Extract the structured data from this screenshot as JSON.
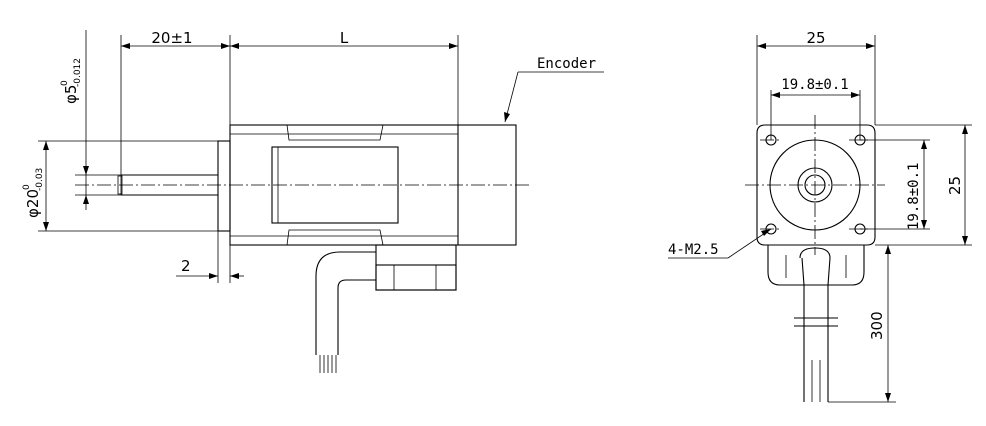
{
  "side_view": {
    "shaft_length": "20±1",
    "body_length": "L",
    "encoder_label": "Encoder",
    "shaft_diameter_main": "φ5",
    "shaft_diameter_upper_tol": "0",
    "shaft_diameter_lower_tol": "-0.012",
    "boss_diameter_main": "φ20",
    "boss_diameter_upper_tol": "0",
    "boss_diameter_lower_tol": "-0.03",
    "boss_height": "2"
  },
  "front_view": {
    "width": "25",
    "height": "25",
    "hole_spacing_h": "19.8±0.1",
    "hole_spacing_v": "19.8±0.1",
    "mount_holes": "4-M2.5",
    "cable_length": "300"
  }
}
